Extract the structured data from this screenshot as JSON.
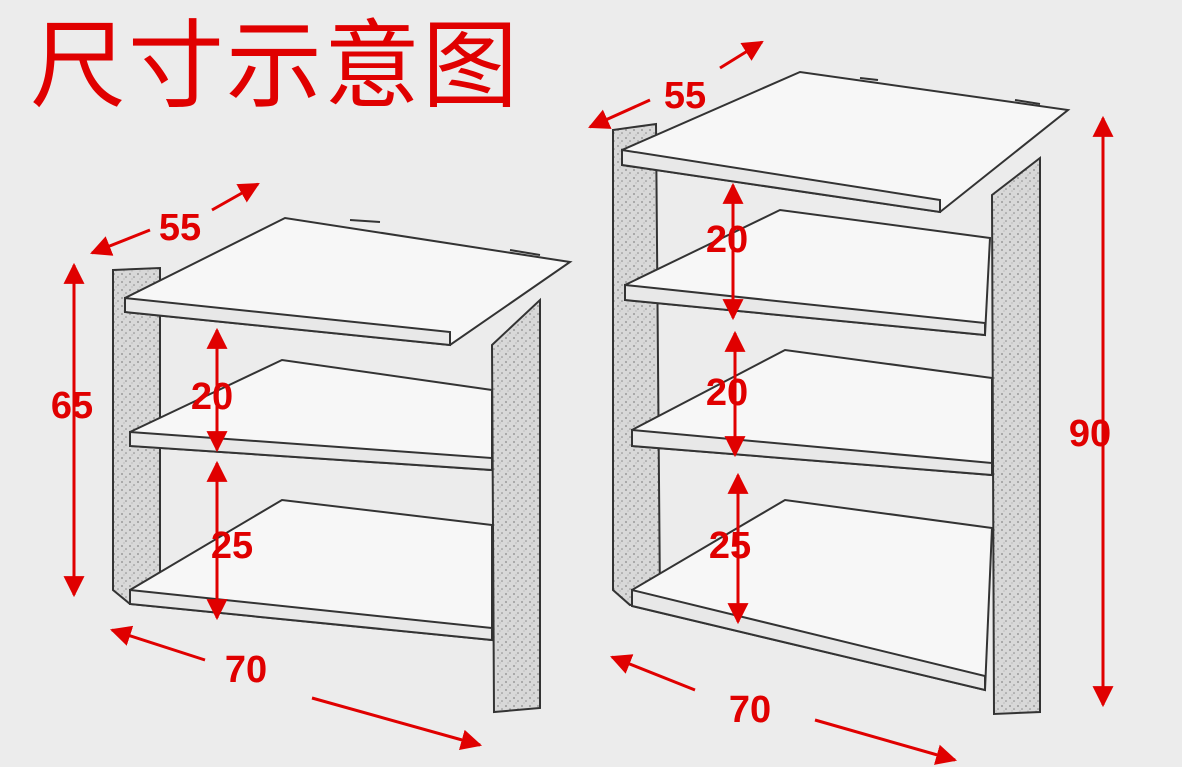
{
  "title": "尺寸示意图",
  "accent_color": "#e00000",
  "shelf_small": {
    "depth": "55",
    "height": "65",
    "gap_top": "20",
    "gap_bottom": "25",
    "width": "70"
  },
  "shelf_large": {
    "depth": "55",
    "height": "90",
    "gap_top": "20",
    "gap_mid": "20",
    "gap_bottom": "25",
    "width": "70"
  }
}
